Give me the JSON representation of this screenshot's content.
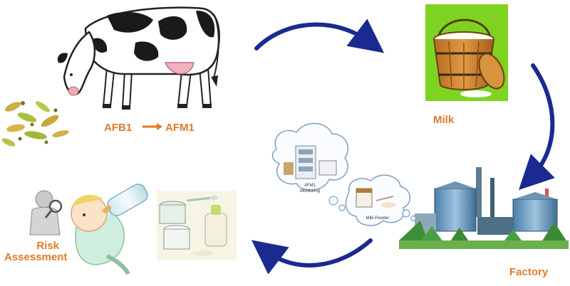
{
  "labels": {
    "conversion_from": "AFB1",
    "conversion_to": "AFM1",
    "milk": "Milk",
    "factory": "Factory",
    "risk_line1": "Risk",
    "risk_line2": "Assessment",
    "monitoring_line1": "AFM1",
    "monitoring_line2": "Monitoring",
    "milk_powder": "Milk Powder"
  },
  "colors": {
    "label_orange": "#e07a2a",
    "arrow_blue": "#1b2a8f",
    "milk_bg_green": "#7ed321"
  }
}
